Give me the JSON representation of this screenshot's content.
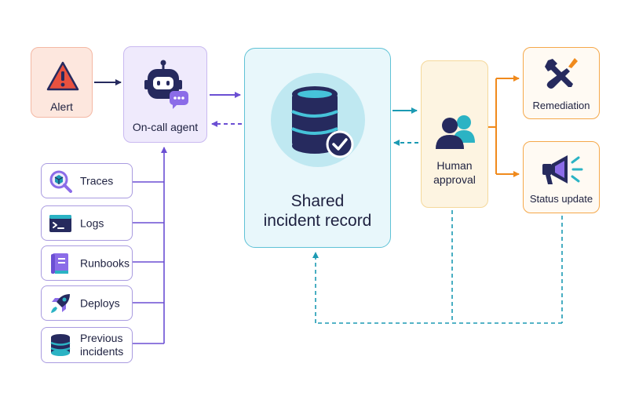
{
  "nodes": {
    "alert": {
      "label": "Alert"
    },
    "agent": {
      "label": "On-call agent"
    },
    "record": {
      "line1": "Shared",
      "line2": "incident record"
    },
    "approval": {
      "line1": "Human",
      "line2": "approval"
    },
    "remediation": {
      "label": "Remediation"
    },
    "status": {
      "label": "Status update"
    }
  },
  "sources": [
    {
      "label": "Traces",
      "icon": "magnifier-cube-icon"
    },
    {
      "label": "Logs",
      "icon": "terminal-icon"
    },
    {
      "label": "Runbooks",
      "icon": "book-icon"
    },
    {
      "label": "Deploys",
      "icon": "rocket-icon"
    },
    {
      "label_line1": "Previous",
      "label_line2": "incidents",
      "icon": "database-icon"
    }
  ],
  "colors": {
    "purple": "#6b4fd3",
    "teal": "#1c9ab3",
    "orange": "#f08a1c",
    "navy": "#262a5e",
    "alert_red": "#e8513f"
  }
}
